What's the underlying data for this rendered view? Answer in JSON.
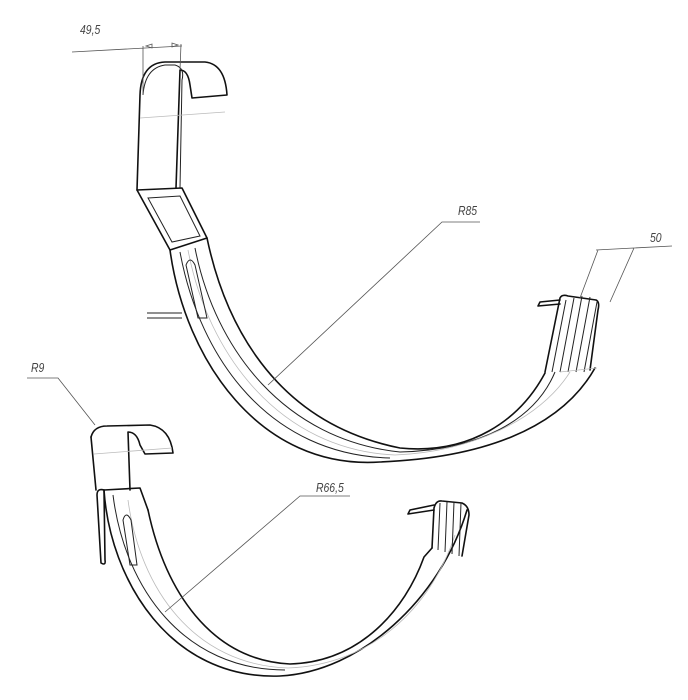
{
  "dimensions": {
    "top_width": "49,5",
    "top_radius": "R85",
    "teeth_width": "50",
    "hook_radius": "R9",
    "bottom_radius": "R66,5"
  },
  "colors": {
    "line": "#111111",
    "dimension": "#555555"
  }
}
